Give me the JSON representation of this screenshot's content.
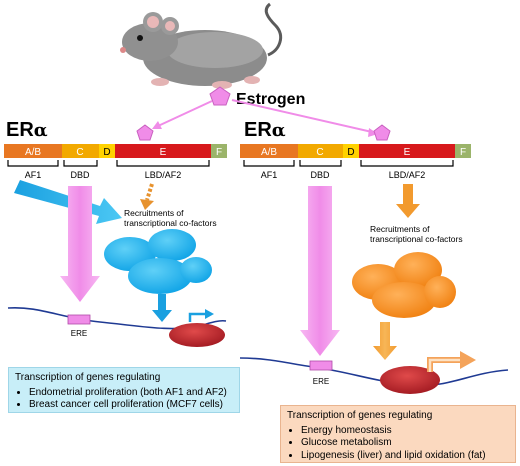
{
  "hormone_label": "Estrogen",
  "left_panel": {
    "title_prefix": "ER",
    "title_greek": "α",
    "domains": [
      "A/B",
      "C",
      "D",
      "E",
      "F"
    ],
    "sublabels": [
      "AF1",
      "DBD",
      "LBD/AF2"
    ],
    "cofactor_label_line1": "Recruitments of",
    "cofactor_label_line2": "transcriptional co-factors",
    "element_label": "ERE",
    "box_title": "Transcription of genes regulating",
    "box_items": [
      "Endometrial proliferation (both AF1 and AF2)",
      "Breast cancer cell proliferation (MCF7 cells)"
    ]
  },
  "right_panel": {
    "title_prefix": "ER",
    "title_greek": "α",
    "domains": [
      "A/B",
      "C",
      "D",
      "E",
      "F"
    ],
    "sublabels": [
      "AF1",
      "DBD",
      "LBD/AF2"
    ],
    "cofactor_label_line1": "Recruitments of",
    "cofactor_label_line2": "transcriptional co-factors",
    "element_label": "ERE",
    "box_title": "Transcription of genes regulating",
    "box_items": [
      "Energy homeostasis",
      "Glucose metabolism",
      "Lipogenesis (liver) and lipid oxidation (fat)"
    ]
  },
  "colors": {
    "domain_ab": "#e87722",
    "domain_c": "#f2a900",
    "domain_d": "#ffd200",
    "domain_e": "#d7191c",
    "domain_f": "#9bb46a",
    "estrogen": "#f08ce8",
    "dbd_arrow": "#f0a0ec",
    "left_cofactor": "#20b8ee",
    "right_cofactor": "#f7931e",
    "tf_ellipse": "#c0272d",
    "dna_line": "#1f3a93"
  }
}
